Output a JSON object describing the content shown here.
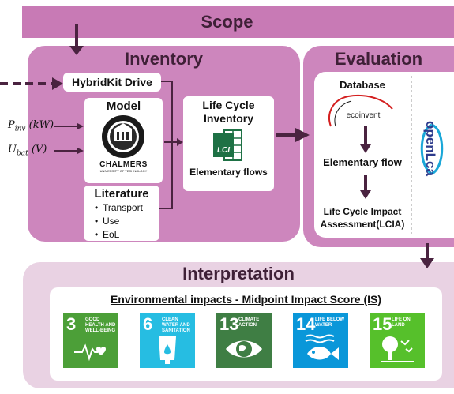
{
  "scope": {
    "title": "Scope"
  },
  "inventory": {
    "title": "Inventory",
    "hybridkit_label": "HybridKit Drive",
    "model_label": "Model",
    "model_logo_text": "CHALMERS",
    "model_logo_subtext": "UNIVERSITY OF TECHNOLOGY",
    "input_pinv_base": "P",
    "input_pinv_sub": "inv",
    "input_pinv_unit": " (kW)",
    "input_ubat_base": "U",
    "input_ubat_sub": "bat",
    "input_ubat_unit": " (V)",
    "literature_label": "Literature",
    "literature_items": [
      "Transport",
      "Use",
      "EoL"
    ],
    "lci_title": "Life Cycle Inventory",
    "lci_icon_text": "LCI",
    "lci_subtitle": "Elementary flows"
  },
  "evaluation": {
    "title": "Evaluation",
    "database_label": "Database",
    "ecoinvent_text": "ecoinvent",
    "elementary_flow": "Elementary flow",
    "lcia_label": "Life Cycle Impact Assessment(LCIA)",
    "openlca_text": "openLca"
  },
  "interpretation": {
    "title": "Interpretation",
    "heading": "Environmental impacts - Midpoint Impact Score (IS)",
    "sdgs": [
      {
        "number": "3",
        "text": "GOOD HEALTH AND WELL-BEING",
        "color": "#4c9f38",
        "icon": "heartbeat-icon"
      },
      {
        "number": "6",
        "text": "CLEAN WATER AND SANITATION",
        "color": "#26bde2",
        "icon": "water-drop-icon"
      },
      {
        "number": "13",
        "text": "CLIMATE ACTION",
        "color": "#3f7e44",
        "icon": "eye-globe-icon"
      },
      {
        "number": "14",
        "text": "LIFE BELOW WATER",
        "color": "#0a97d9",
        "icon": "fish-icon"
      },
      {
        "number": "15",
        "text": "LIFE ON LAND",
        "color": "#56c02b",
        "icon": "tree-bird-icon"
      }
    ]
  },
  "colors": {
    "scope_bar": "#c87ab5",
    "panel": "#cd86bd",
    "interp_panel": "#e9d2e3",
    "arrow": "#4a2340",
    "excel_green": "#1e7145",
    "ecoinvent_red": "#d42020",
    "openlca_blue": "#1aa7d8",
    "openlca_dark": "#2d3b8c"
  }
}
